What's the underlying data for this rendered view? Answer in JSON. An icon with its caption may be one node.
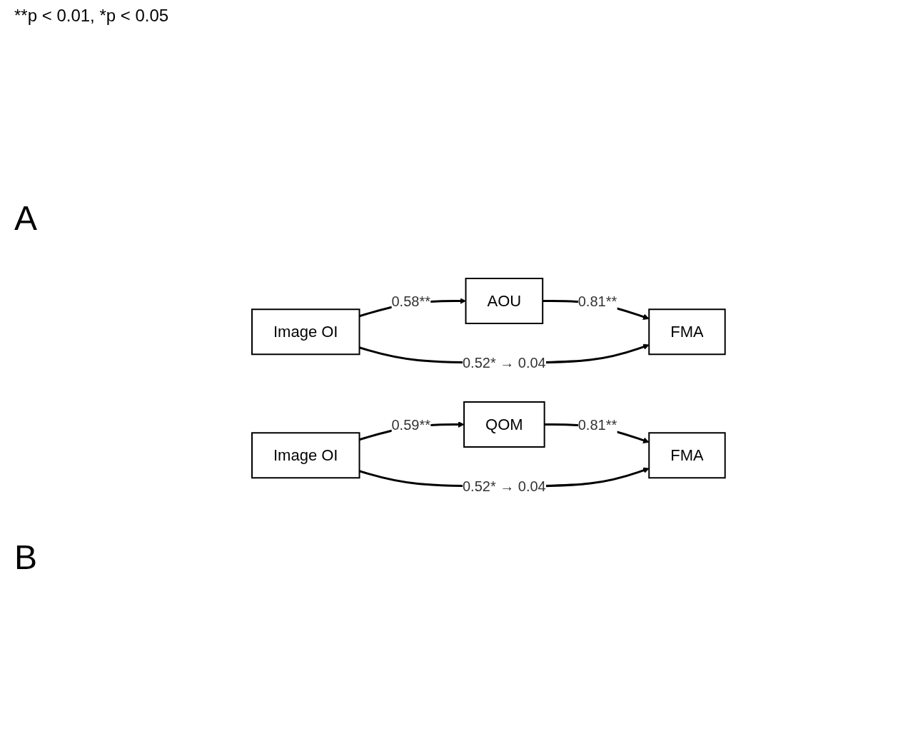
{
  "diagram": {
    "nodes": [
      {
        "text": [
          "AOU"
        ]
      },
      {
        "text": [
          "Image OI"
        ]
      },
      {
        "text": [
          "FMA"
        ]
      },
      {
        "text": [
          "QOM"
        ]
      },
      {
        "text": [
          "Image OI"
        ]
      },
      {
        "text": [
          "FMA"
        ]
      }
    ],
    "edges": [
      {
        "from": 1,
        "to": 0,
        "arrow": "to",
        "label": "0.58**"
      },
      {
        "from": 0,
        "to": 2,
        "arrow": "to",
        "label": "0.81**"
      },
      {
        "from": 1,
        "to": 2,
        "arrow": "to",
        "label": "0.52* → 0.04"
      },
      {
        "from": 4,
        "to": 3,
        "arrow": "to",
        "label": "0.59**"
      },
      {
        "from": 3,
        "to": 5,
        "arrow": "to",
        "label": "0.81**"
      },
      {
        "from": 4,
        "to": 5,
        "arrow": "to",
        "label": "0.52* → 0.04"
      }
    ],
    "labels": [
      "A",
      "**p < 0.01, *p < 0.05",
      "B"
    ]
  }
}
